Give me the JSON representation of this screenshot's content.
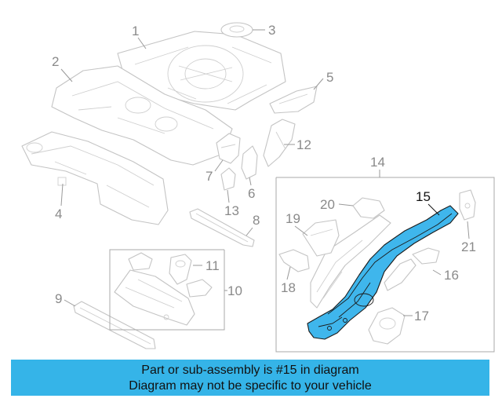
{
  "callouts": {
    "c1": "1",
    "c2": "2",
    "c3": "3",
    "c4": "4",
    "c5": "5",
    "c6": "6",
    "c7": "7",
    "c8": "8",
    "c9": "9",
    "c10": "10",
    "c11": "11",
    "c12": "12",
    "c13": "13",
    "c14": "14",
    "c15": "15",
    "c16": "16",
    "c17": "17",
    "c18": "18",
    "c19": "19",
    "c20": "20",
    "c21": "21"
  },
  "highlight": {
    "part": "15",
    "color": "#3fb6ec"
  },
  "banner": {
    "line1": "Part or sub-assembly is #15 in diagram",
    "line2": "Diagram may not be specific to your vehicle",
    "background": "#35b4e8"
  }
}
